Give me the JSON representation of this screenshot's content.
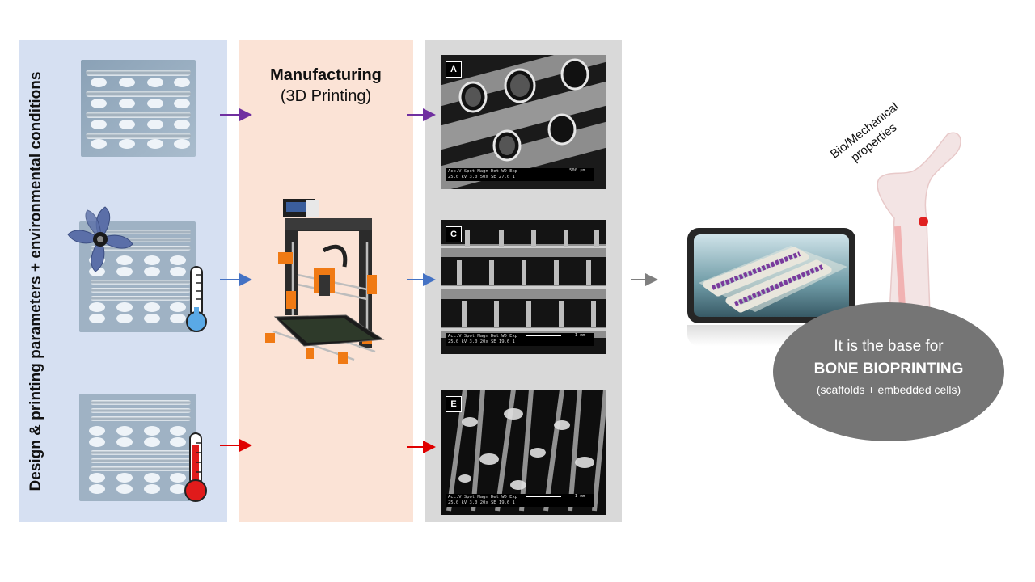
{
  "design_panel": {
    "title": "Design & printing  parameters + environmental conditions"
  },
  "manufacturing_panel": {
    "title": "Manufacturing",
    "subtitle": "(3D Printing)"
  },
  "sem_images": [
    {
      "tag": "A",
      "info": "Acc.V  Spot Magn    Det  WD  Exp",
      "info2": "25.0 kV 3.0   50x      SE   27.0  1",
      "scale": "500 μm"
    },
    {
      "tag": "C",
      "info": "Acc.V  Spot Magn    Det  WD  Exp",
      "info2": "25.0 kV 3.0   20x      SE   19.6  1",
      "scale": "1 mm"
    },
    {
      "tag": "E",
      "info": "Acc.V  Spot Magn    Det  WD  Exp",
      "info2": "25.0 kV 3.0   20x      SE   19.6  1",
      "scale": "1 mm"
    }
  ],
  "outcome": {
    "label_line1": "Bio/Mechanical",
    "label_line2": "properties",
    "ellipse_line1": "It is the base for",
    "ellipse_line2": "BONE BIOPRINTING",
    "ellipse_line3": "(scaffolds + embedded cells)"
  },
  "colors": {
    "design_panel": "#d6e0f2",
    "manufacturing_panel": "#fbe3d6",
    "sem_panel": "#d9d9d9",
    "arrow_row1": "#7030a0",
    "arrow_row2": "#4472c4",
    "arrow_row3": "#e00000",
    "arrow_main": "#7f7f7f",
    "ellipse": "#757575"
  },
  "icons": [
    "fan-icon",
    "thermometer-cold-icon",
    "thermometer-hot-icon",
    "3d-printer-icon",
    "tablet-scaffold-icon",
    "femur-bone-icon"
  ]
}
